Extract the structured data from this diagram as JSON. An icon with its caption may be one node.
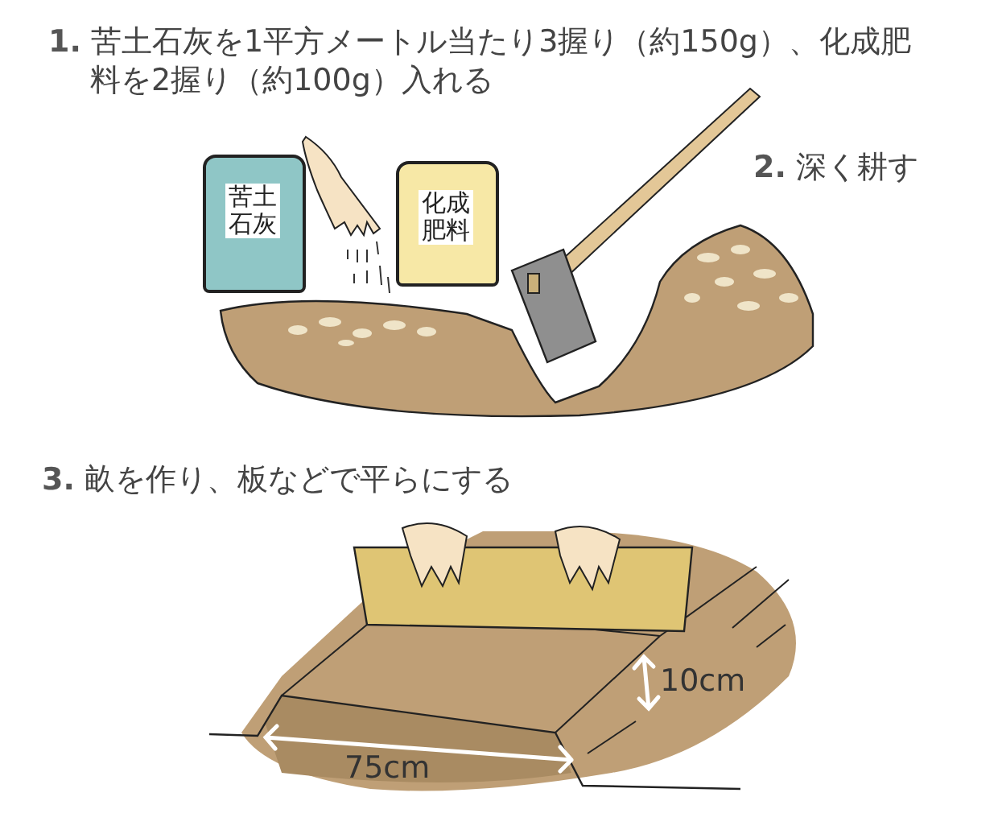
{
  "diagram": {
    "nodes": [
      {
        "text": [
          "苦土石灰"
        ]
      },
      {
        "text": [
          "化成肥料"
        ]
      }
    ],
    "labels": [
      "**1.** 苦土石灰を1平方メートル当たり3握り（約150g）、化成肥料を2握り（約100g）入れる",
      "**2.** 深く耕す",
      "**3.** 畝を作り、板などで平らにする",
      "10cm",
      "75cm"
    ]
  }
}
